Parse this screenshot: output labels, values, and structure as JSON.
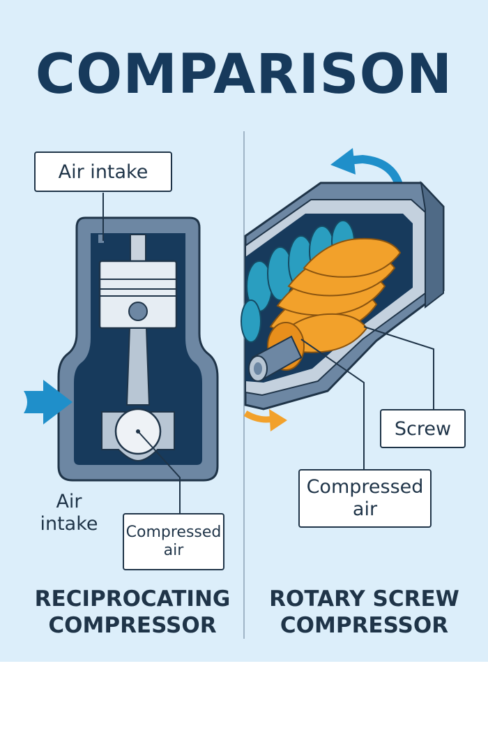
{
  "title": "COMPARISON",
  "left": {
    "labels": {
      "air_intake_top": "Air intake",
      "air_intake_side": "Air\nintake",
      "compressed_air": "Compressed\nair"
    },
    "caption": "RECIPROCATING\nCOMPRESSOR"
  },
  "right": {
    "labels": {
      "screw": "Screw",
      "compressed_air": "Compressed\nair"
    },
    "caption": "ROTARY SCREW\nCOMPRESSOR"
  },
  "colors": {
    "background": "#dceefa",
    "navy": "#173a5c",
    "steel": "#6d87a3",
    "rotor_orange": "#f2a12b",
    "rotor_teal": "#2a9ec0",
    "arrow_blue": "#1f8fca"
  }
}
